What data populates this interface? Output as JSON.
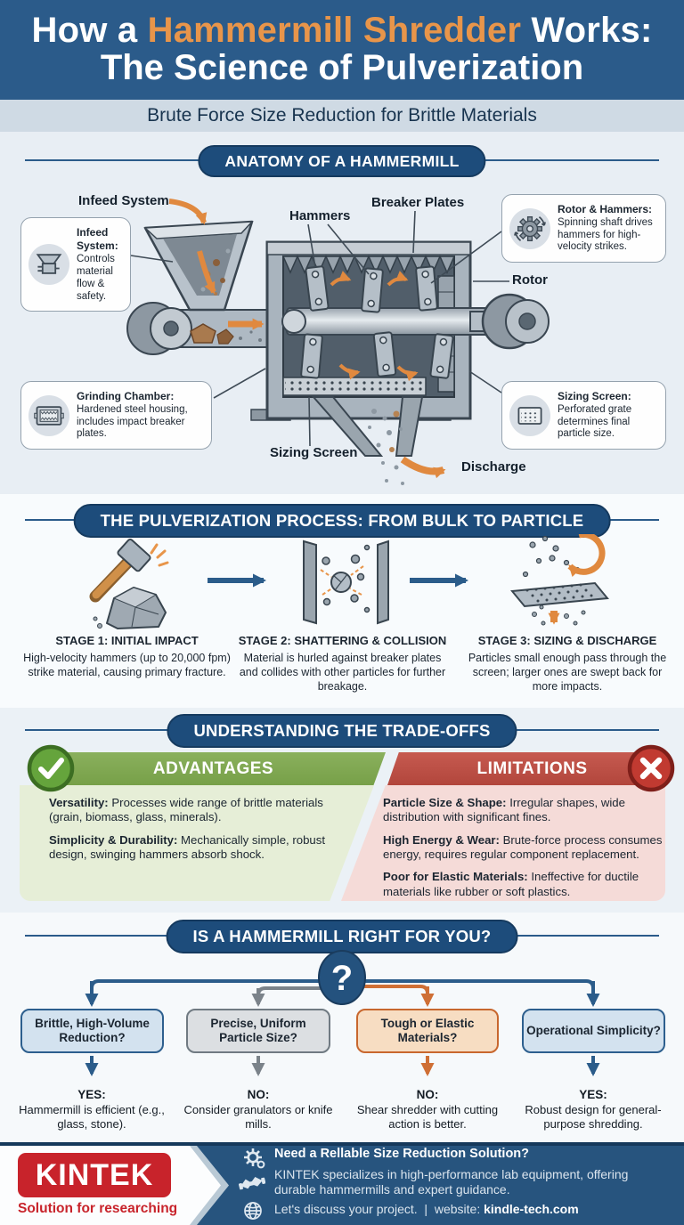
{
  "header": {
    "title_prefix": "How a ",
    "title_highlight": "Hammermill Shredder",
    "title_suffix": " Works:",
    "title_line2": "The Science of Pulverization",
    "subtitle": "Brute Force Size Reduction for Brittle Materials"
  },
  "anatomy": {
    "section_title": "ANATOMY OF A HAMMERMILL",
    "labels": {
      "infeed": "Infeed System",
      "hammers": "Hammers",
      "breaker_plates": "Breaker Plates",
      "rotor": "Rotor",
      "sizing_screen": "Sizing Screen",
      "discharge": "Discharge"
    },
    "callouts": [
      {
        "icon": "hopper-icon",
        "title": "Infeed System:",
        "body": "Controls material flow & safety."
      },
      {
        "icon": "gear-icon",
        "title": "Rotor & Hammers:",
        "body": "Spinning shaft drives hammers for high-velocity strikes."
      },
      {
        "icon": "chamber-icon",
        "title": "Grinding Chamber:",
        "body": "Hardened steel housing, includes impact breaker plates."
      },
      {
        "icon": "screen-icon",
        "title": "Sizing Screen:",
        "body": "Perforated grate determines final particle size."
      }
    ]
  },
  "process": {
    "section_title": "THE PULVERIZATION PROCESS: FROM BULK TO PARTICLE",
    "stages": [
      {
        "title": "STAGE 1: INITIAL IMPACT",
        "body": "High-velocity hammers (up to 20,000 fpm) strike material, causing primary fracture."
      },
      {
        "title": "STAGE 2: SHATTERING & COLLISION",
        "body": "Material is hurled against breaker plates and collides with other particles for further breakage."
      },
      {
        "title": "STAGE 3: SIZING & DISCHARGE",
        "body": "Particles small enough pass through the screen; larger ones are swept back for more impacts."
      }
    ]
  },
  "tradeoffs": {
    "section_title": "UNDERSTANDING THE TRADE-OFFS",
    "advantages": {
      "heading": "ADVANTAGES",
      "items": [
        {
          "label": "Versatility:",
          "text": "Processes wide range of brittle materials (grain, biomass, glass, minerals)."
        },
        {
          "label": "Simplicity & Durability:",
          "text": "Mechanically simple, robust design, swinging hammers absorb shock."
        }
      ]
    },
    "limitations": {
      "heading": "LIMITATIONS",
      "items": [
        {
          "label": "Particle Size & Shape:",
          "text": "Irregular shapes, wide distribution with significant fines."
        },
        {
          "label": "High Energy & Wear:",
          "text": "Brute-force process consumes energy, requires regular component replacement."
        },
        {
          "label": "Poor for Elastic Materials:",
          "text": "Ineffective for ductile materials like rubber or soft plastics."
        }
      ]
    }
  },
  "decision": {
    "section_title": "IS A HAMMERMILL RIGHT FOR YOU?",
    "question_mark": "?",
    "branches": [
      {
        "question": "Brittle, High-Volume Reduction?",
        "answer_label": "YES:",
        "answer": "Hammermill is efficient (e.g., glass, stone).",
        "color": "blue"
      },
      {
        "question": "Precise, Uniform Particle Size?",
        "answer_label": "NO:",
        "answer": "Consider granulators or knife mills.",
        "color": "gray"
      },
      {
        "question": "Tough or Elastic Materials?",
        "answer_label": "NO:",
        "answer": "Shear shredder with cutting action is better.",
        "color": "orange"
      },
      {
        "question": "Operational Simplicity?",
        "answer_label": "YES:",
        "answer": "Robust design for general-purpose shredding.",
        "color": "blue"
      }
    ]
  },
  "footer": {
    "logo": "KINTEK",
    "tagline": "Solution for researching",
    "heading": "Need a Rellable Size Reduction Solution?",
    "body": "KINTEK specializes in high-performance lab equipment, offering durable hammermills and expert guidance.",
    "cta": "Let's discuss your project.",
    "separator": "|",
    "website_label": "website:",
    "website": "kindle-tech.com"
  },
  "colors": {
    "header_bg": "#2b5b8a",
    "accent_orange": "#e8954a",
    "pill_bg": "#1d4c7b",
    "subtitle_bg": "#cfdae4",
    "advantages_green": "#83aa55",
    "limitations_red": "#c05048",
    "branch_blue": "#2b5c8a",
    "branch_gray": "#7b838a",
    "branch_orange": "#cf6f35",
    "kintek_red": "#c8232b",
    "footer_bg": "#27547e"
  }
}
